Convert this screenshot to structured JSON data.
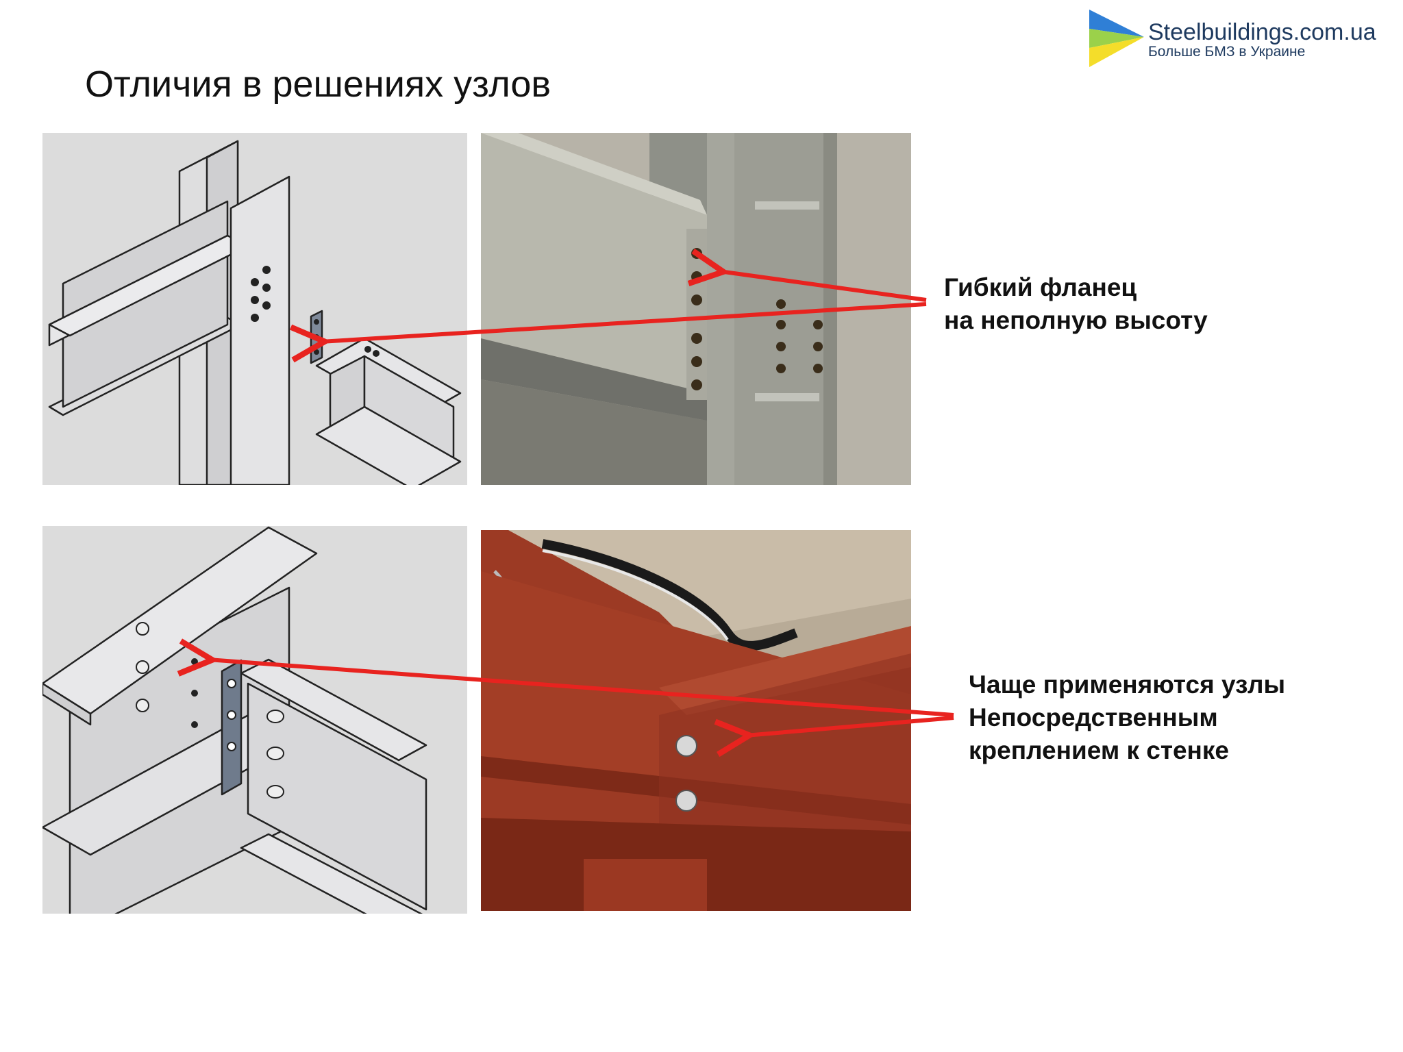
{
  "slide": {
    "title": "Отличия в решениях узлов"
  },
  "logo": {
    "name": "Steelbuildings.com.ua",
    "tagline": "Больше БМЗ в Украине",
    "colors": {
      "blue": "#2f7fd6",
      "yellow": "#f4dd2a",
      "green": "#9bd14a"
    }
  },
  "callouts": {
    "top": {
      "line1": "Гибкий фланец",
      "line2": "на неполную высоту"
    },
    "bottom": {
      "line1": "Чаще применяются узлы",
      "line2": "Непосредственным",
      "line3": "креплением к стенке"
    }
  },
  "colors": {
    "arrow": "#e8231f",
    "steel_gray": "#8d8f8a",
    "steel_red": "#a13a22"
  },
  "panels": [
    {
      "kind": "drawing",
      "icon": "column-beam-endplate-drawing"
    },
    {
      "kind": "photo",
      "icon": "gray-steel-endplate-photo"
    },
    {
      "kind": "drawing",
      "icon": "beam-web-cleat-drawing"
    },
    {
      "kind": "photo",
      "icon": "red-steel-web-connection-photo"
    }
  ]
}
